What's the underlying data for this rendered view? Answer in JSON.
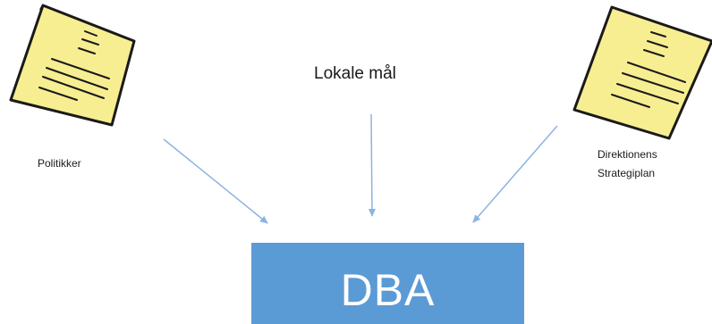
{
  "colors": {
    "box": "#5b9bd5",
    "box_text": "#ffffff",
    "arrow": "#8db3e2",
    "paper_fill": "#f7ee92",
    "paper_stroke": "#1a1a1a"
  },
  "documents": [
    {
      "icon": "document-icon",
      "label": "Politikker"
    },
    {
      "icon": "document-icon",
      "label_lines": [
        "Direktionens",
        "Strategiplan"
      ]
    }
  ],
  "center_input": {
    "label": "Lokale mål"
  },
  "target": {
    "label": "DBA"
  }
}
